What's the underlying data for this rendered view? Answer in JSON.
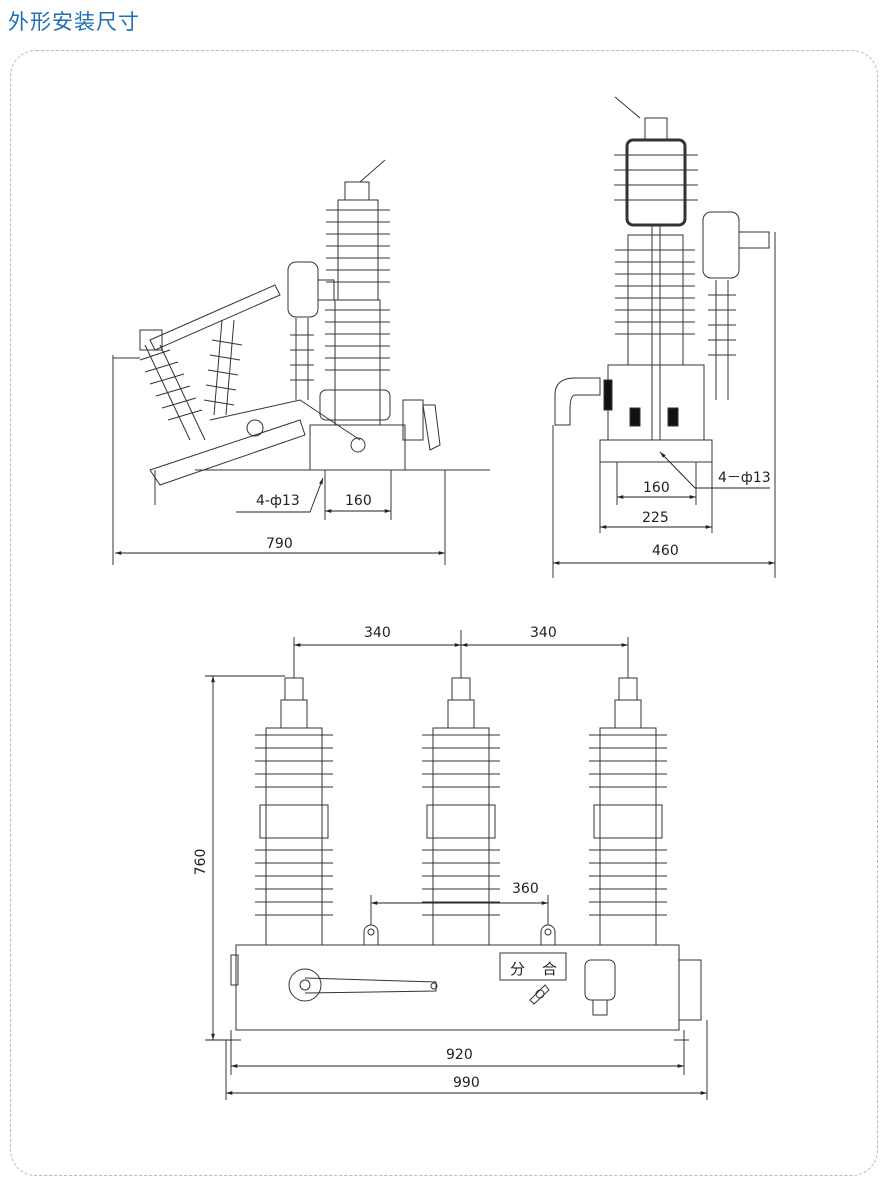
{
  "header": {
    "title": "外形安装尺寸"
  },
  "side_view": {
    "hole_label": "4-ф13",
    "dim_160": "160",
    "dim_790": "790"
  },
  "section_view": {
    "hole_label": "4－ф13",
    "dim_160": "160",
    "dim_225": "225",
    "dim_460": "460"
  },
  "front_view": {
    "dim_340_left": "340",
    "dim_340_right": "340",
    "dim_360": "360",
    "dim_760": "760",
    "dim_920": "920",
    "dim_990": "990",
    "switch_label_open": "分",
    "switch_label_close": "合"
  },
  "colors": {
    "title": "#1f6fb5",
    "frame": "#9ec0e0",
    "line": "#222222"
  }
}
